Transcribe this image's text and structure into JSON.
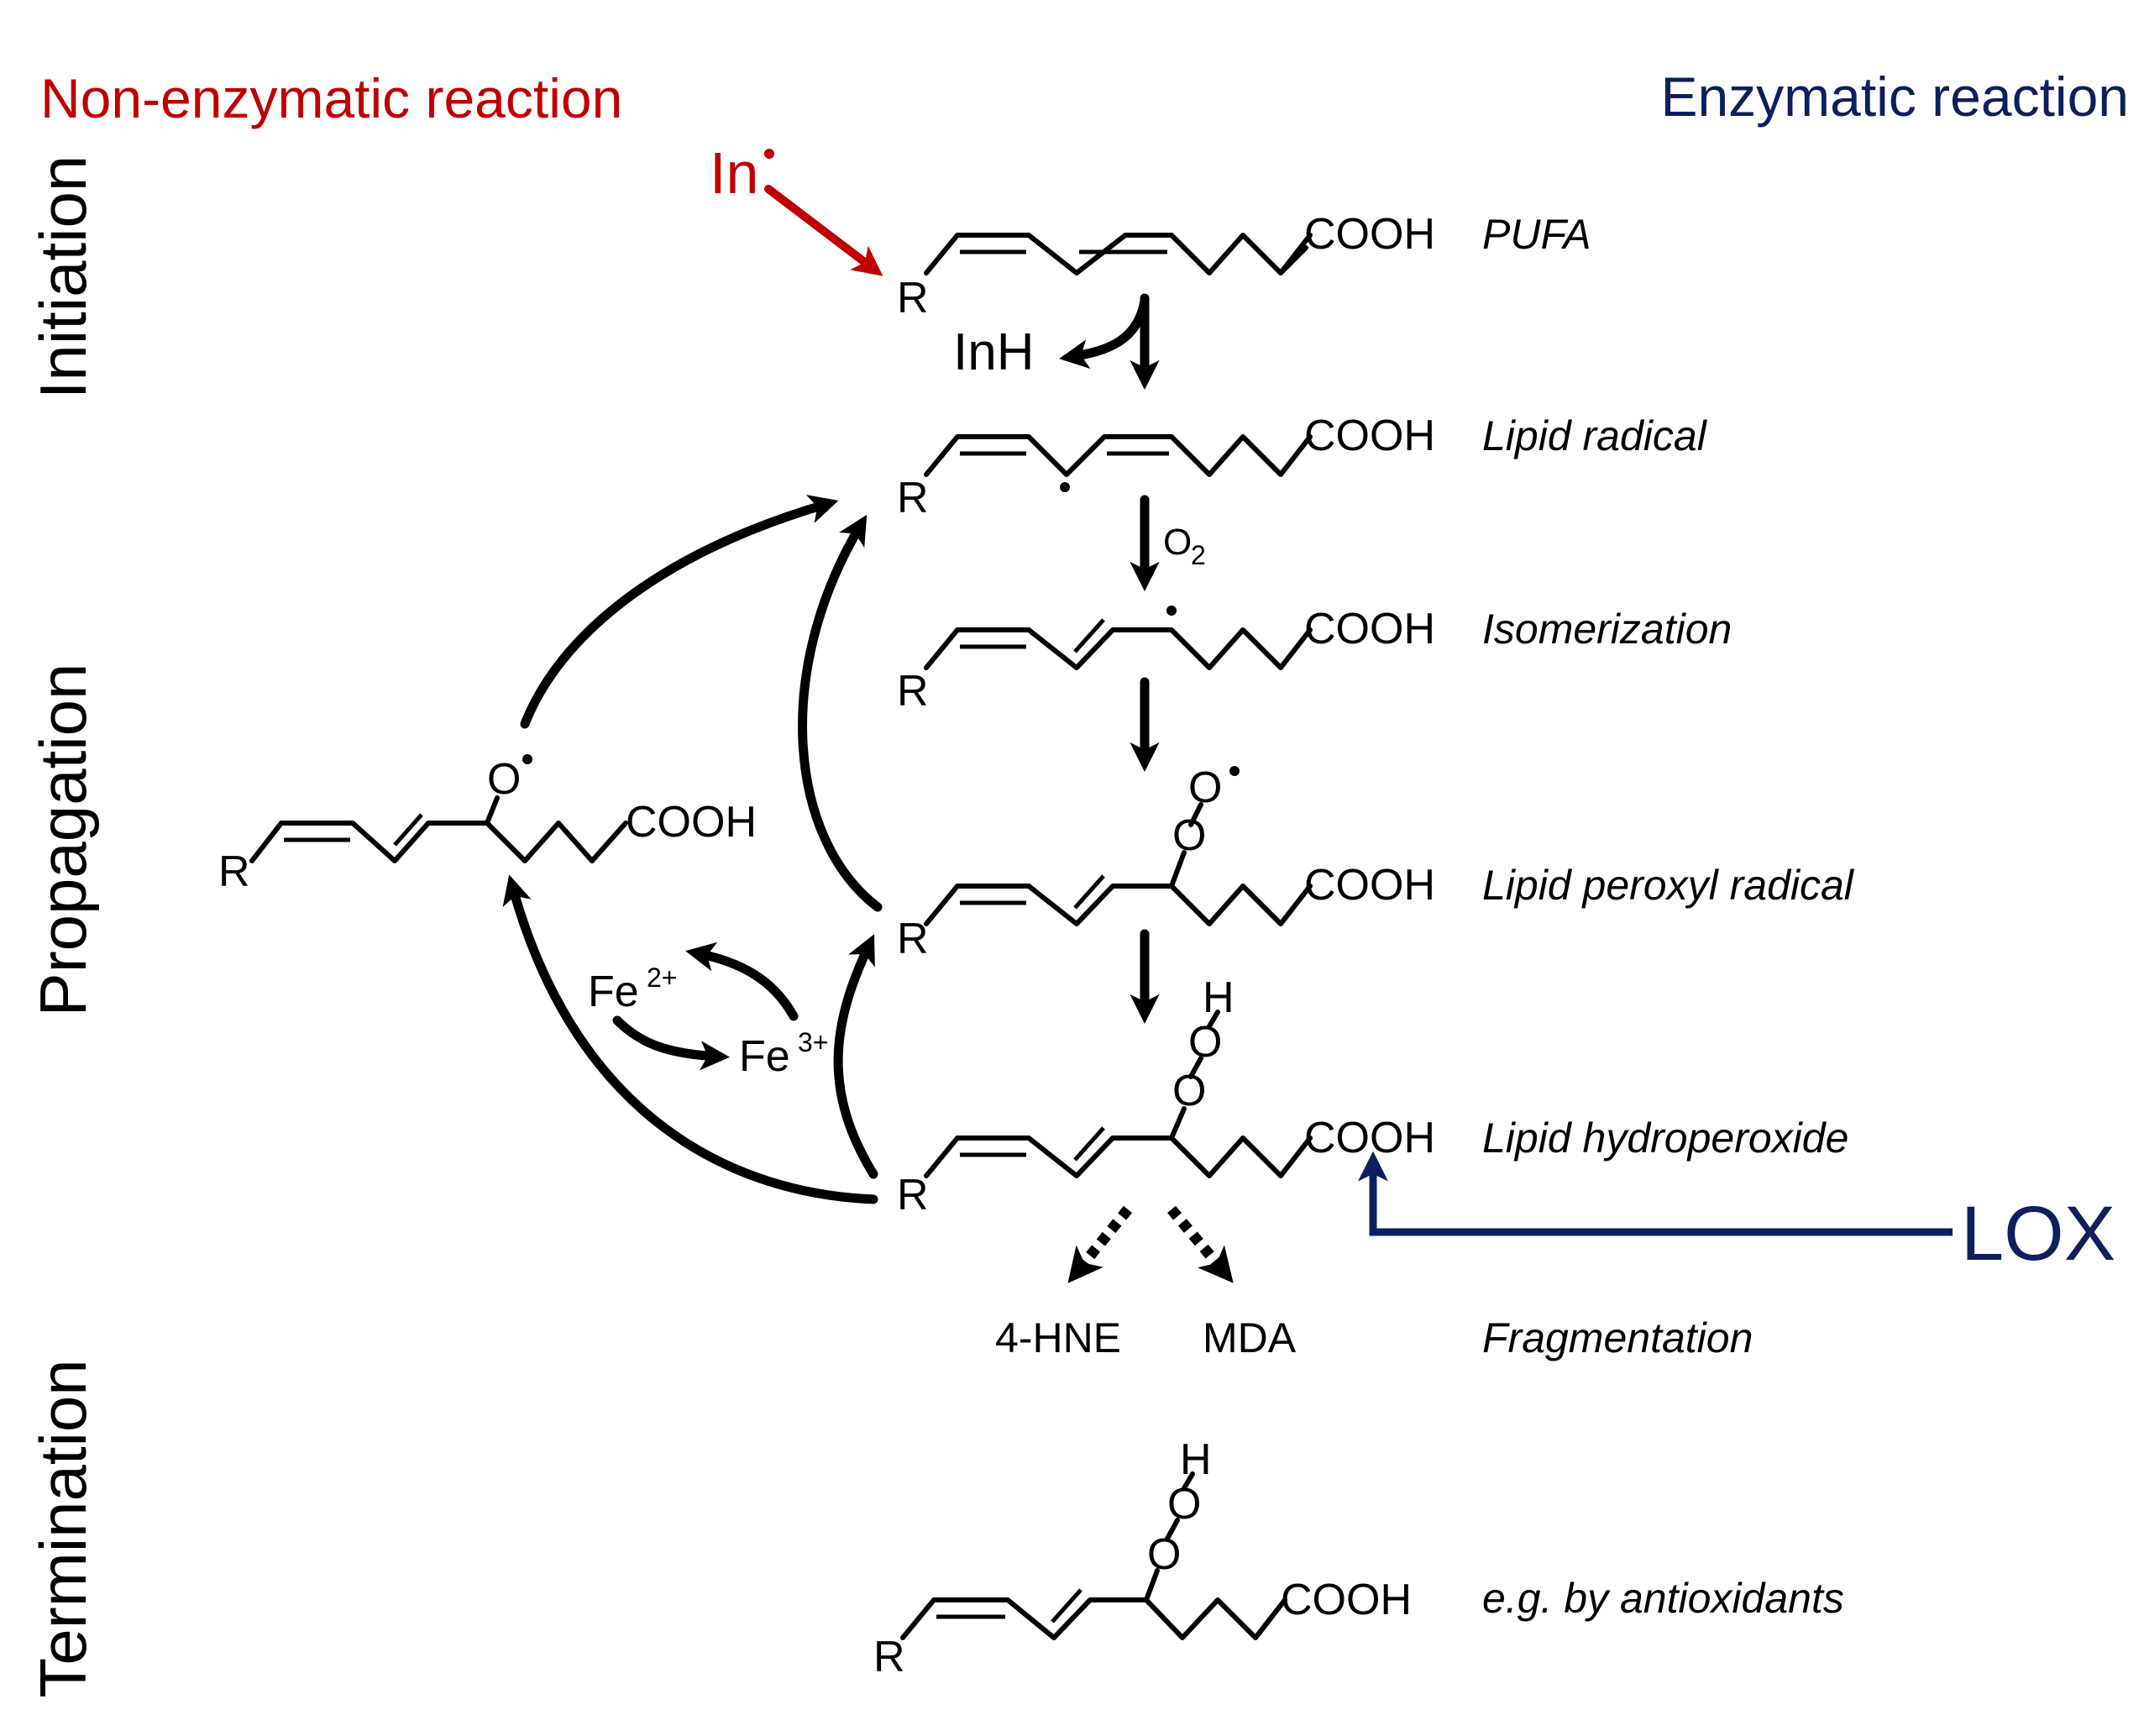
{
  "header": {
    "non_enzymatic": "Non-enzymatic reaction",
    "enzymatic": "Enzymatic reaction",
    "non_enzymatic_color": "#c00000",
    "enzymatic_color": "#0d1f5c"
  },
  "stages": {
    "initiation": "Initiation",
    "propagation": "Propagation",
    "termination": "Termination"
  },
  "initiator": {
    "symbol": "In",
    "product": "InH"
  },
  "oxygen": {
    "symbol": "O",
    "subscript": "2"
  },
  "iron": {
    "base": "Fe",
    "ferrous_charge": "2+",
    "ferric_charge": "3+"
  },
  "atoms": {
    "R": "R",
    "O": "O",
    "H": "H",
    "cooh": "COOH"
  },
  "compounds": {
    "pufa": "PUFA",
    "lipid_radical": "Lipid radical",
    "isomerization": "Isomerization",
    "lipid_peroxyl_radical": "Lipid peroxyl radical",
    "lipid_hydroperoxide": "Lipid hydroperoxide",
    "fragmentation": "Fragmentation",
    "termination_note": "e.g. by antioxidants"
  },
  "fragments": {
    "hne": "4-HNE",
    "mda": "MDA"
  },
  "enzyme": {
    "name": "LOX"
  }
}
